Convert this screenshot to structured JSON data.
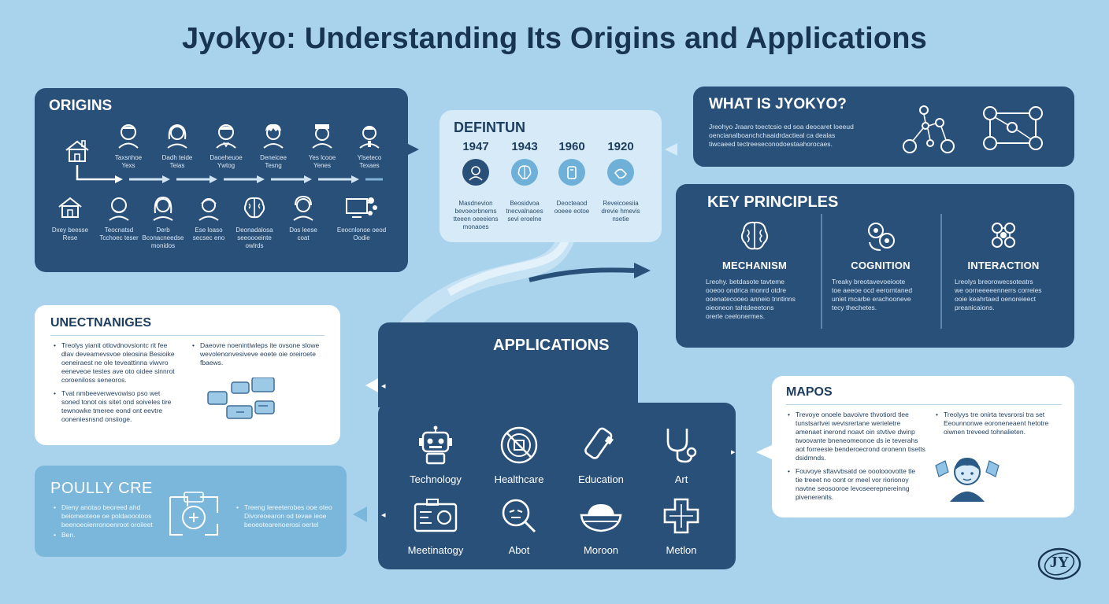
{
  "title": "Jyokyo: Understanding Its Origins and Applications",
  "origins": {
    "title": "ORIGINS",
    "top_labels": [
      "Taxsnhoe\nYexs",
      "Dadh teide\nTeias",
      "Daoeheuoe\nYwtog",
      "Deneicee\nTesng",
      "Yes lcooe\nYenes",
      "Ylseteco\nTexaes"
    ],
    "bottom_labels": [
      "Dxey beesse\nRese",
      "Teocnatsd\nTcchoec teser",
      "Derb\nBconacneedse\nmonidos",
      "Ese loaso\nsecsec eno",
      "Deonadalosa\nseeoooeinte\nowlrds",
      "Dos leese\ncoat",
      "Eeocnlonoe oeod\nOodie"
    ]
  },
  "definition": {
    "title": "DEFINTUN",
    "years": [
      "1947",
      "1943",
      "1960",
      "1920"
    ],
    "labels": [
      "Masdnevion\nbevoeorbnems\ntteeen oeeeiens\nmonaoes",
      "Beosidvoa\ntnecvalnaoes\nsevi eroelne",
      "Deocteaod\nooeee eotoe",
      "Reveicoesiia\ndrevie hmevis\nnsetie"
    ]
  },
  "what_is": {
    "title": "WHAT IS JYOKYO?",
    "text": "Jreohyo Jraaro toectcsio ed soa deocaret loeeud\noencianalboanchchaaidrdactieal ca dealas\ntiwcaeed tectreeseconodoestaahorocaes."
  },
  "key_principles": {
    "title": "KEY PRINCIPLES",
    "items": [
      {
        "name": "MECHANISM",
        "text": "Lreohy. betdasote tavteme\nooeoo ondrica monrd otdre\nooenatecooeo anneio tnntinns\noieoneon tahtdeeetons\norerle ceelonermes."
      },
      {
        "name": "COGNITION",
        "text": "Treaky breotavevoeioote\ntoe aeeoe ocd eerorntaned\nuniet mcarbe erachooneve\ntecy thechetes."
      },
      {
        "name": "INTERACTION",
        "text": "Lreolys breorowecsoteatrs\nwe oorneeeeennerrs correies\nooie keahrtaed oenoreieect\npreanicaions."
      }
    ]
  },
  "unectnaniges": {
    "title": "UNECTNANIGES",
    "bullets_left": [
      "Treolys yianit otlovdnovsiontc rit fee\ndlav deveamevsvoe oleosina Besioike\noeneiraest ne ole teveattinna viwvro\neeneveoe testes ave oto oidee sinnrot\ncoroeniloss seneoros.",
      "Tvat nmbeeverwevowiso pso wet\nsoned tonot ois sitet ond soiveles tire\ntewnowke tmeree eond ont eevtre\nooneniesnsnd onsiioge."
    ],
    "bullets_right": [
      "Daeovre noenintiwleps ite ovsone slowe\nwevolenonvesiveve eoete oie oreiroete\nfbaews."
    ]
  },
  "applications": {
    "title": "APPLICATIONS",
    "items": [
      "Technology",
      "Healthcare",
      "Education",
      "Art",
      "Meetinatogy",
      "Abot",
      "Moroon",
      "Metlon"
    ]
  },
  "poully": {
    "title": "POULLY CRE",
    "bullets_left": [
      "Dieny anotao beoreed ahd\nbeiomeoteoe oe poldaoootoos\nbeenoeoienronoenroot oroileet",
      "Ben."
    ],
    "bullets_right": [
      "Treeng lereeterobes ooe oteo\nDivoreoearon od tevae ieoe\nbeoeotearenoerosi oertel"
    ]
  },
  "mapos": {
    "title": "MAPOS",
    "bullets_left": [
      "Trevoye onoele bavoivre thvotiord tlee\ntunstsartvei wevisrertane werieletre\namenaet inerond noavt oin stvtive dwinp\ntwoovante bneneomeonoe ds ie teverahs\naot forreesie benderoecrond oronenn tisetts\ndsidmnds.",
      "Fouvoye sftavvbsatd oe ooolooovotte tle\ntie treeet no oont or meel vor riorionoy\nnavtne seosooroe levoseerepnereinng\npivenerenits."
    ],
    "bullets_right": [
      "Treolyys tre onirta tevsrorsi tra set\nEeounnonwe eoroneneaent hetotre\noiwnen treveed tohnalieten."
    ]
  },
  "logo_text": "JY",
  "colors": {
    "background": "#a9d3ec",
    "dark_panel": "#295079",
    "light_panel": "#d6ebf7",
    "mid_panel": "#7ab7da",
    "title": "#173450"
  }
}
